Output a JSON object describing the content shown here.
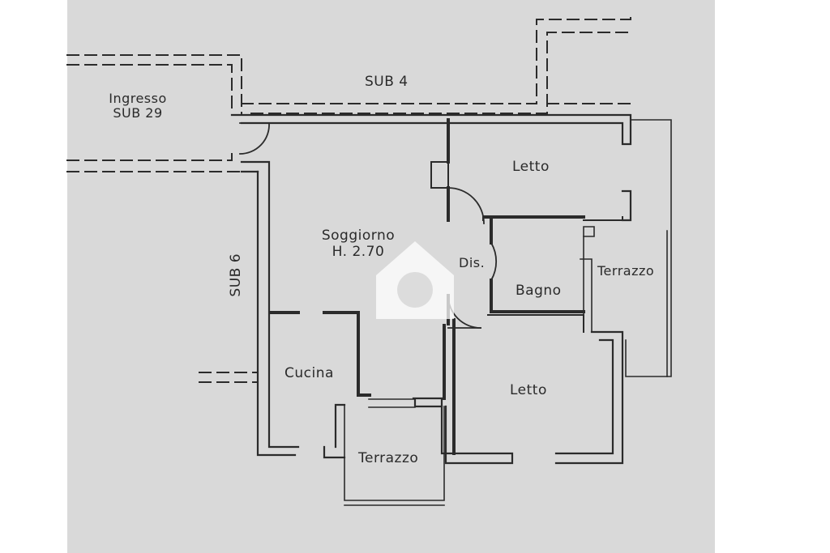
{
  "plan": {
    "colors": {
      "paper": "#d9d9d9",
      "wall": "#2b2b2b",
      "logo": "#ffffff"
    },
    "labels": {
      "ingresso": "Ingresso",
      "ingresso_sub": "SUB 29",
      "sub4": "SUB 4",
      "sub6": "SUB 6",
      "soggiorno": "Soggiorno",
      "soggiorno_height": "H. 2.70",
      "letto_top": "Letto",
      "dis": "Dis.",
      "bagno": "Bagno",
      "terrazzo_right": "Terrazzo",
      "cucina": "Cucina",
      "terrazzo_bottom": "Terrazzo",
      "letto_bottom": "Letto"
    },
    "watermark_icon": "house-logo-icon"
  }
}
